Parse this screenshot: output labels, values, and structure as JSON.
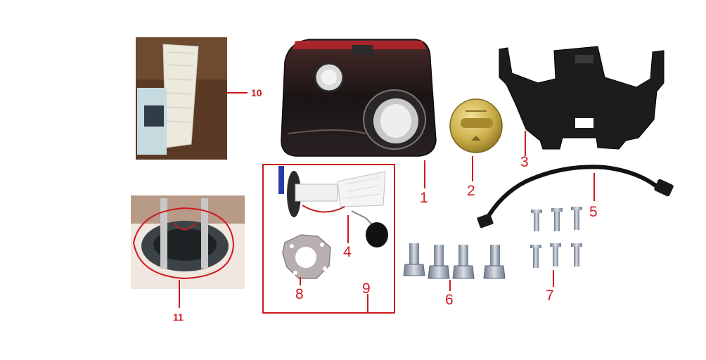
{
  "callouts": {
    "n1": "1",
    "n2": "2",
    "n3": "3",
    "n4": "4",
    "n5": "5",
    "n6": "6",
    "n7": "7",
    "n8": "8",
    "n9": "9",
    "n10": "10",
    "n11": "11"
  },
  "colors": {
    "callout": "#d0191f",
    "frame": "#d0191f",
    "tank": "#1a1414",
    "cap": "#cdb04a",
    "bracket": "#1c1c1c",
    "hose": "#121212",
    "bolt": "#9aa4b4"
  }
}
